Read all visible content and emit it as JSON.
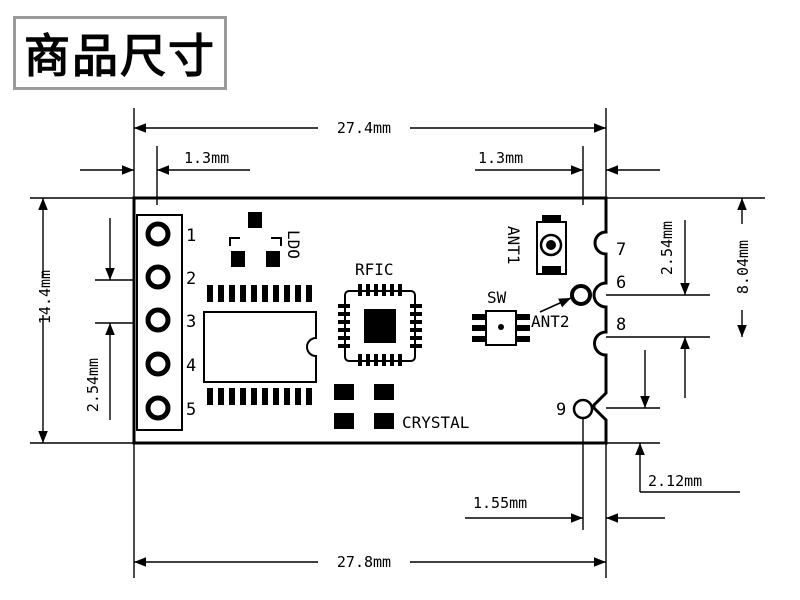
{
  "title": "商品尺寸",
  "dimensions": {
    "total_width_top": "27.4mm",
    "total_width_bottom": "27.8mm",
    "left_margin": "1.3mm",
    "right_margin": "1.3mm",
    "height": "14.4mm",
    "pin_pitch_left": "2.54mm",
    "pin_pitch_right": "2.54mm",
    "right_span": "8.04mm",
    "bottom_offset": "2.12mm",
    "bottom_right": "1.55mm"
  },
  "labels": {
    "ldo": "LDO",
    "rfic": "RFIC",
    "crystal": "CRYSTAL",
    "sw": "SW",
    "ant1": "ANT1",
    "ant2": "ANT2"
  },
  "pins_left": [
    "1",
    "2",
    "3",
    "4",
    "5"
  ],
  "pins_right": [
    "7",
    "6",
    "8",
    "9"
  ]
}
